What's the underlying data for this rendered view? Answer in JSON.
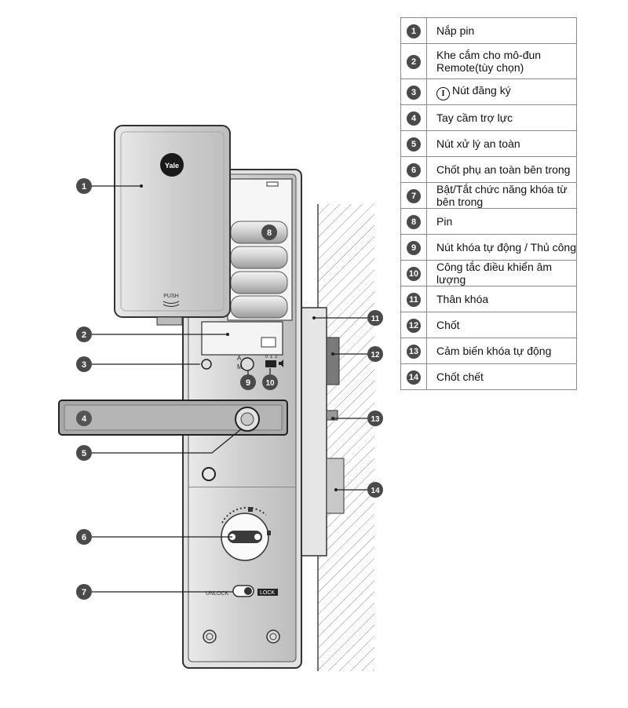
{
  "brand": "Yale",
  "labels": {
    "push": "PUSH",
    "unlock": "UNLOCK",
    "lock": "LOCK",
    "auto": "A",
    "manual": "M",
    "vol_0": "0",
    "vol_1": "1",
    "vol_2": "2"
  },
  "callouts": [
    "1",
    "2",
    "3",
    "4",
    "5",
    "6",
    "7",
    "8",
    "9",
    "10",
    "11",
    "12",
    "13",
    "14"
  ],
  "legend": [
    {
      "num": "1",
      "label": "Nắp pin"
    },
    {
      "num": "2",
      "label": "Khe cắm cho mô-đun Remote(tùy chọn)"
    },
    {
      "num": "3",
      "label": "Nút đăng ký",
      "icon": "info-circle-icon",
      "icon_glyph": "I"
    },
    {
      "num": "4",
      "label": "Tay cầm trợ lực"
    },
    {
      "num": "5",
      "label": "Nút xử lý an toàn"
    },
    {
      "num": "6",
      "label": "Chốt phụ an toàn bên trong"
    },
    {
      "num": "7",
      "label": "Bật/Tắt chức năng khóa từ bên trong"
    },
    {
      "num": "8",
      "label": "Pin"
    },
    {
      "num": "9",
      "label": "Nút khóa tự động / Thủ công"
    },
    {
      "num": "10",
      "label": "Công tắc điều khiển âm lượng"
    },
    {
      "num": "11",
      "label": "Thân khóa"
    },
    {
      "num": "12",
      "label": "Chốt"
    },
    {
      "num": "13",
      "label": "Cảm biến khóa tự động"
    },
    {
      "num": "14",
      "label": "Chốt chết"
    }
  ],
  "colors": {
    "badge": "#4a4a4a",
    "metal": "#d4d4d4",
    "outline": "#333333"
  }
}
